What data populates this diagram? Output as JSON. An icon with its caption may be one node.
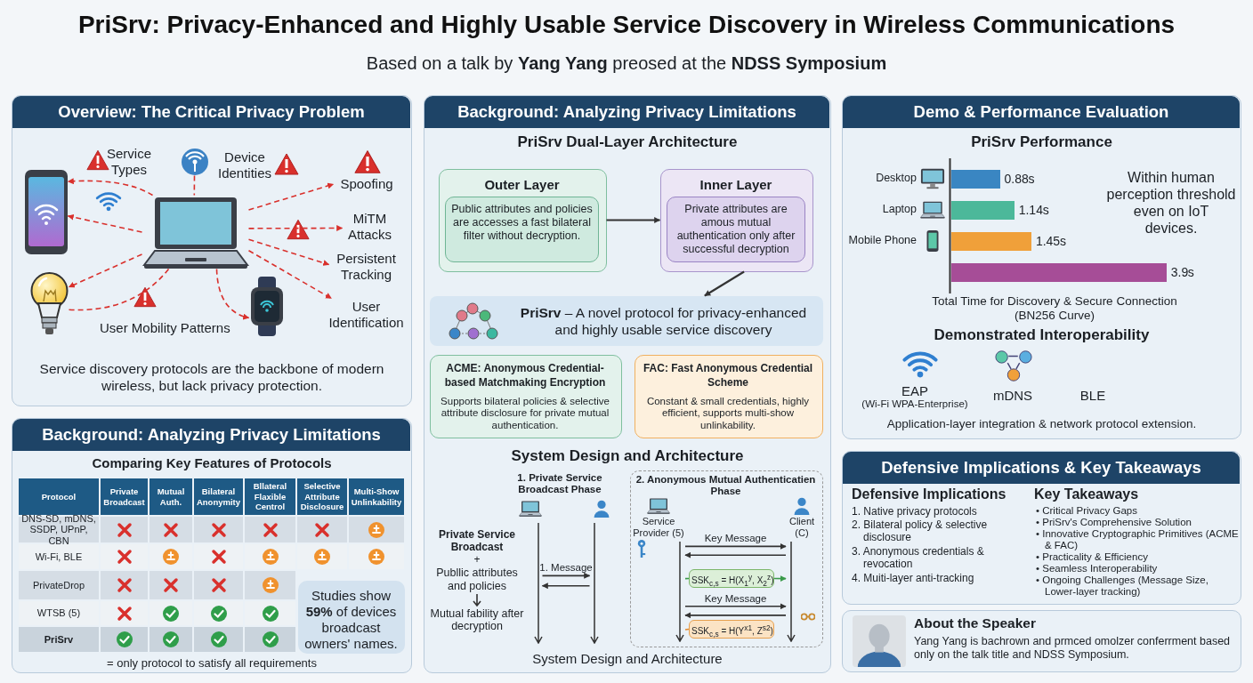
{
  "diagram": {
    "title": "PriSrv: Privacy-Enhanced and Highly Usable Service Discovery in Wireless Communications",
    "nodes": [
      {
        "text": [
          "Overview: The Critical Privacy Problem"
        ]
      },
      {
        "text": [],
        "shape": "picture",
        "in": 0
      },
      {
        "text": [],
        "shape": "picture",
        "in": 0
      },
      {
        "text": [],
        "shape": "picture",
        "in": 0
      },
      {
        "text": [],
        "shape": "picture",
        "in": 0
      },
      {
        "text": [],
        "shape": "picture",
        "in": 0
      },
      {
        "text": [
          "Spoofing"
        ],
        "in": 0
      },
      {
        "text": [
          "MiTM Attacks"
        ],
        "in": 0
      },
      {
        "text": [
          "Persistent Tracking"
        ],
        "in": 0
      },
      {
        "text": [
          "User Identification"
        ],
        "in": 0
      },
      {
        "text": [
          "Background: Analyzing Privacy Limitations"
        ]
      },
      {
        "text": [
          "Studies show **59%** of devices broadcast owners' names."
        ],
        "in": 10
      },
      {
        "text": [
          "Background: Analyzing Privacy Limitations"
        ]
      },
      {
        "text": [
          "Outer Layer"
        ],
        "in": 12
      },
      {
        "text": [
          "Public attributes and policies are accesses a fast bilateral filter without decryption."
        ],
        "in": 13
      },
      {
        "text": [
          "Inner Layer"
        ],
        "in": 12
      },
      {
        "text": [
          "Private attributes are amous mutual authentication only after successful decryption"
        ],
        "in": 15
      },
      {
        "text": [
          "**PriSrv** – A novel protocol for privacy-enhanced and highly usable service discovery"
        ],
        "in": 12
      },
      {
        "text": [
          "ACME: Anonymous Credential-based Matchmaking Encryption",
          "Supports bilateral policies & selective attribute disclosure for private mutual authentication."
        ],
        "in": 12
      },
      {
        "text": [
          "FAC: Fast Anonymous Credential Scheme",
          "Constant & small credentials, highly efficient, supports multi-show unlinkability."
        ],
        "in": 12
      },
      {
        "text": [],
        "shape": "picture",
        "in": 12
      },
      {
        "text": [],
        "shape": "picture",
        "in": 12
      },
      {
        "text": [
          "2. Anonymous Mutual Authenticatien Phase"
        ],
        "in": 12
      },
      {
        "text": [
          "Service Provider (5)"
        ],
        "in": 22
      },
      {
        "text": [
          "Client (C)"
        ],
        "in": 22
      },
      {
        "text": [
          "SSK$_{c,s}$ = H(X$_{1}$$^{y}$, X$_{2}$$^{z}$)"
        ],
        "in": 22
      },
      {
        "text": [
          "SSK$_{c,s}$ = H(Y$^{x1}$, Z$^{s2}$)"
        ],
        "in": 22
      },
      {
        "text": [
          "Demo & Performance Evaluation"
        ]
      },
      {
        "text": [
          "Defensive Implications & Key Takeaways"
        ]
      },
      {
        "text": [
          "About the Speaker",
          "Yang Yang is bachrown and prmced omolzer conferrment based only on the talk title and NDSS Symposium."
        ]
      }
    ],
    "edges": [
      {
        "from": 2,
        "to": 1,
        "arrow": "to",
        "style": "dashed",
        "color": "#d9302c"
      },
      {
        "from": 2,
        "to": 1,
        "arrow": "to",
        "style": "dashed",
        "color": "#d9302c"
      },
      {
        "from": 2,
        "to": 4,
        "arrow": "to",
        "style": "dashed",
        "color": "#d9302c"
      },
      {
        "from": 4,
        "to": 2,
        "arrow": "none",
        "style": "dashed",
        "color": "#d9302c"
      },
      {
        "from": 2,
        "to": 5,
        "arrow": "to",
        "style": "dashed",
        "color": "#d9302c"
      },
      {
        "from": 2,
        "to": 6,
        "arrow": "to",
        "style": "dashed",
        "color": "#d9302c"
      },
      {
        "from": 2,
        "to": 7,
        "arrow": "to",
        "style": "dashed",
        "color": "#d9302c"
      },
      {
        "from": 2,
        "to": 8,
        "arrow": "to",
        "style": "dashed",
        "color": "#d9302c"
      },
      {
        "from": 2,
        "to": 9,
        "arrow": "to",
        "style": "dashed",
        "color": "#d9302c"
      },
      {
        "from": 3,
        "to": 2,
        "arrow": "none",
        "style": "dashed",
        "color": "#d9302c"
      },
      {
        "from": 13,
        "to": 15,
        "arrow": "to",
        "color": "#333333"
      },
      {
        "from": 15,
        "to": 17,
        "arrow": "to",
        "color": "#333333"
      },
      {
        "from": 20,
        "to": 21,
        "arrow": "to",
        "label": "1. Message",
        "color": "#333333"
      },
      {
        "from": 21,
        "to": 20,
        "arrow": "to",
        "color": "#333333"
      },
      {
        "from": 23,
        "to": 24,
        "arrow": "to",
        "label": "Key Message",
        "color": "#333333"
      },
      {
        "from": 24,
        "to": 23,
        "arrow": "to",
        "color": "#333333"
      },
      {
        "from": 23,
        "to": 25,
        "arrow": "none",
        "color": "#3a9a4a"
      },
      {
        "from": 25,
        "to": 24,
        "arrow": "to",
        "color": "#3a9a4a"
      },
      {
        "from": 23,
        "to": 24,
        "arrow": "to",
        "label": "Key Message",
        "color": "#333333"
      },
      {
        "from": 24,
        "to": 23,
        "arrow": "to",
        "color": "#333333"
      },
      {
        "from": 23,
        "to": 26,
        "arrow": "none",
        "color": "#e08a30"
      }
    ],
    "labels": [
      "Based on a talk by **Yang Yang** preosed at the **NDSS Symposium**",
      "Service Types",
      "Device Identities",
      "User Mobility Patterns",
      "Service discovery protocols are the backbone of modern wireless, but lack privacy protection.",
      "Comparing Key Features of Protocols",
      "Protocol",
      "Private Broadcast",
      "Mutual Auth.",
      "Bilateral Anonymity",
      "Bllateral Flaxible Centrol",
      "Selective Attribute Disclosure",
      "Multi-Show Unlinkability",
      "DNS-SD, mDNS, SSDP, UPnP, CBN",
      "Wi-Fi, BLE",
      "PrivateDrop",
      "WTSB (5)",
      "PriSrv",
      "= only protocol to satisfy all requirements",
      "PriSrv Dual-Layer Architecture",
      "System Design and Architecture",
      "1. Private Service Broadcast Phase",
      "Private Service Broadcast",
      "+",
      "Publlic attributes and policies",
      "Mutual fability after decryption",
      "System Design and Architecture",
      "Within human perception threshold even on IoT devices.",
      "Demonstrated Interoperability",
      "EAP",
      "(Wi-Fi WPA-Enterprise)",
      "mDNS",
      "BLE",
      "Application-layer integration & network protocol extension.",
      "Defensive Implications",
      "1. Native privacy protocols",
      "2. Bilateral policy & selective disclosure",
      "3. Anonymous credentials & revocation",
      "4. Muiti-layer anti-tracking",
      "Key Takeaways",
      "• Critical Privacy Gaps",
      "• PriSrv's Comprehensive Solution",
      "• Innovative Cryptographic Primitives (ACME & FAC)",
      "• Practicality & Efficiency",
      "• Seamless Interoperability",
      "• Ongoing Challenges (Message Size, Lower-layer tracking)"
    ],
    "chart_data": {
      "type": "bar",
      "orientation": "horizontal",
      "title": "PriSrv Performance",
      "xlabel": "Total Time for Discovery & Secure Connection (BN256 Curve)",
      "categories": [
        "Desktop",
        "Laptop",
        "Mobile Phone",
        null
      ],
      "series": [
        {
          "values": [
            0.88,
            1.14,
            1.45,
            3.9
          ]
        }
      ],
      "data_labels": true,
      "value_labels": [
        "0.88s",
        "1.14s",
        "1.45s",
        "3.9s"
      ]
    }
  }
}
